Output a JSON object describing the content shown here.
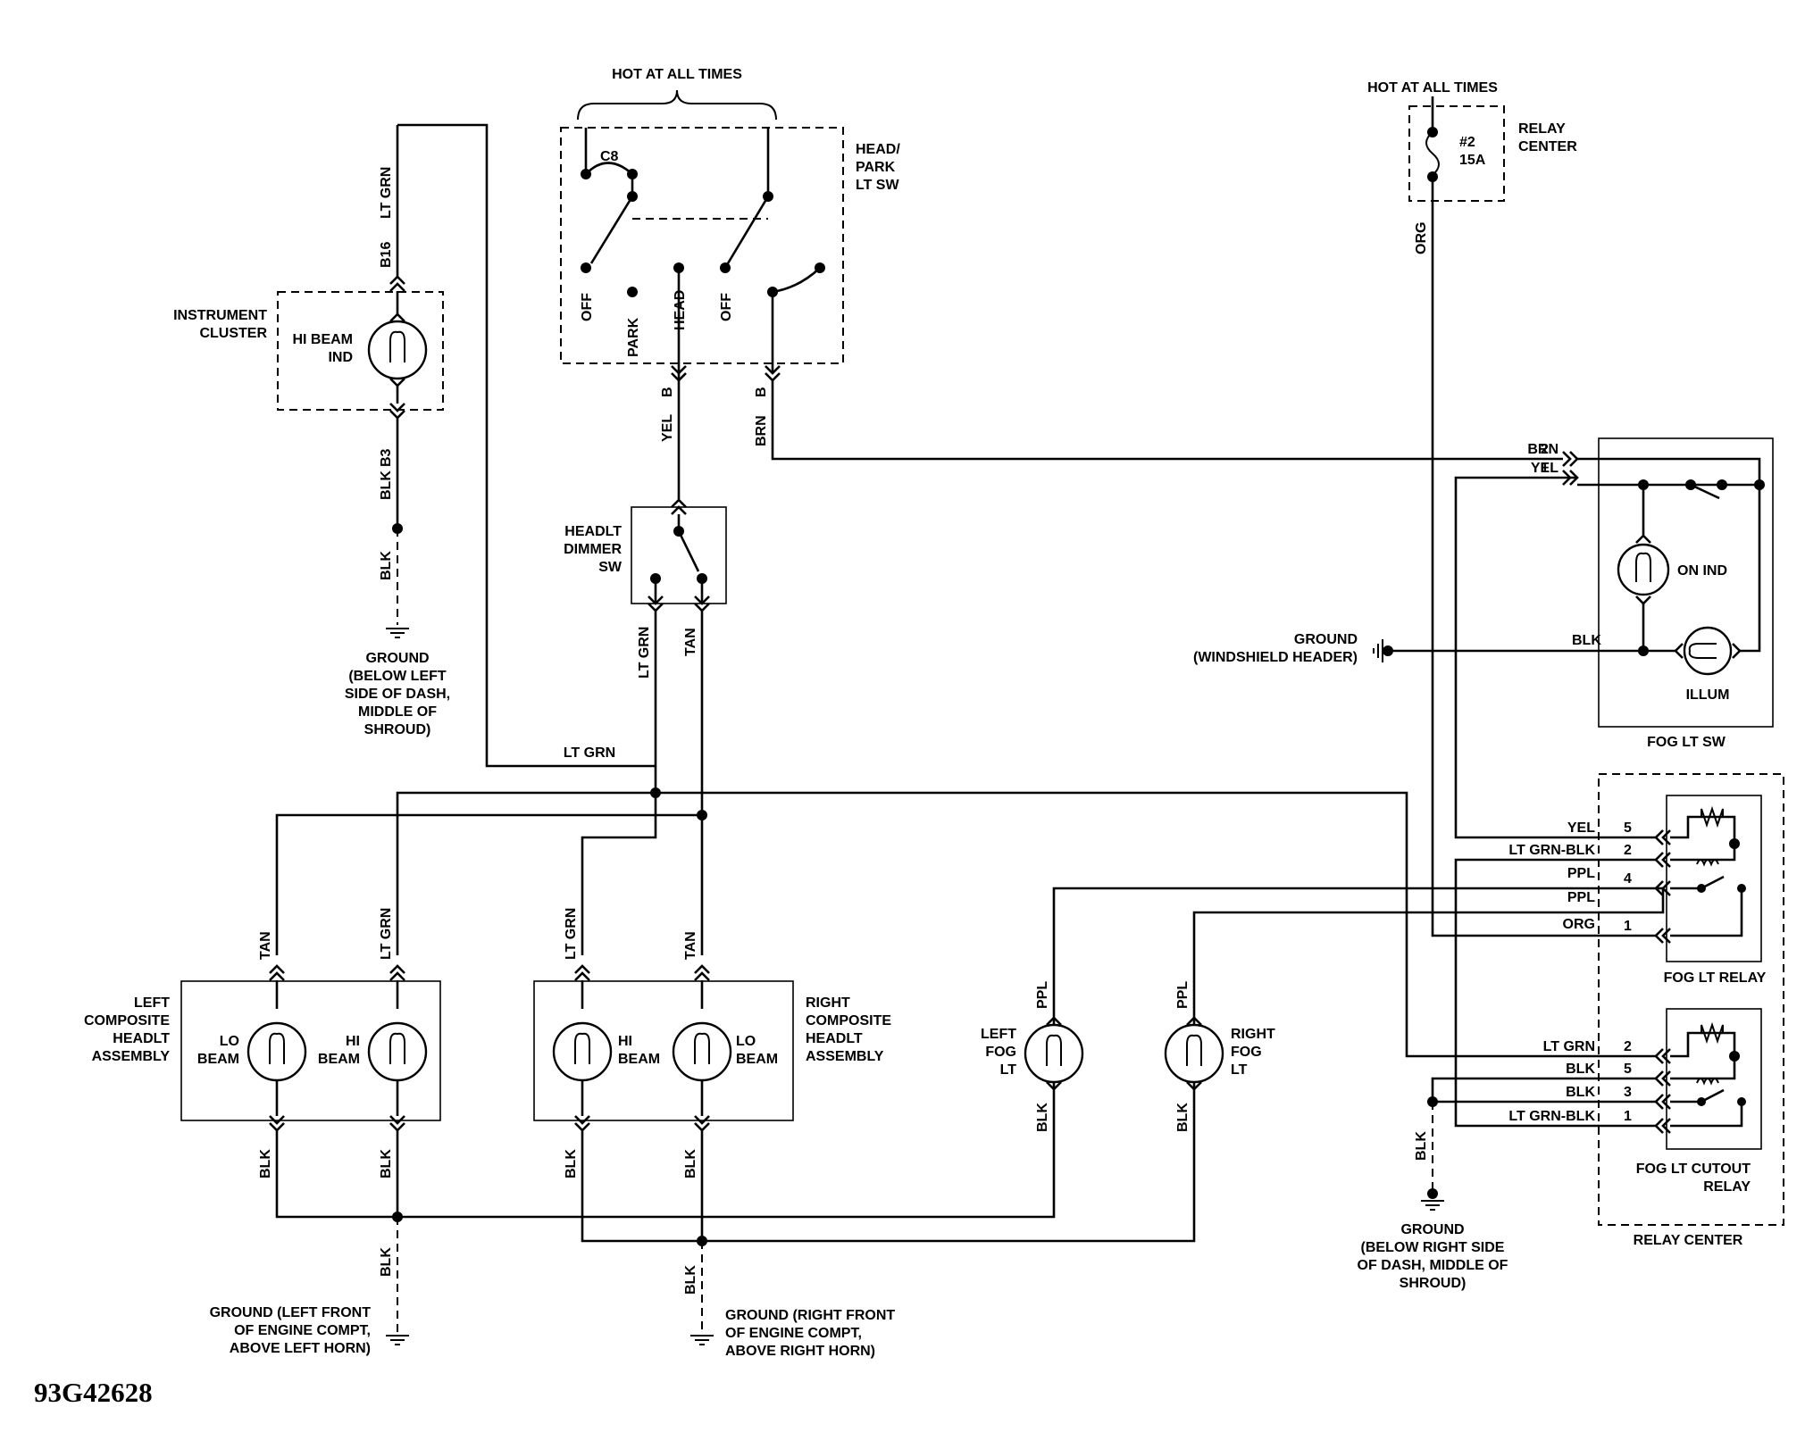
{
  "diagram_code": "93G42628",
  "labels": {
    "hot_left": "HOT AT ALL TIMES",
    "hot_right": "HOT AT ALL TIMES",
    "fuse_num": "#2",
    "fuse_amp": "15A",
    "relay_center_top_1": "RELAY",
    "relay_center_top_2": "CENTER",
    "head_park_1": "HEAD/",
    "head_park_2": "PARK",
    "head_park_3": "LT SW",
    "c8": "C8",
    "sw_off1": "OFF",
    "sw_park": "PARK",
    "sw_head": "HEAD",
    "sw_off2": "OFF",
    "instrument_1": "INSTRUMENT",
    "instrument_2": "CLUSTER",
    "hibeam_ind_1": "HI BEAM",
    "hibeam_ind_2": "IND",
    "dimmer_1": "HEADLT",
    "dimmer_2": "DIMMER",
    "dimmer_3": "SW",
    "gnd_dash_left_1": "GROUND",
    "gnd_dash_left_2": "(BELOW LEFT",
    "gnd_dash_left_3": "SIDE OF DASH,",
    "gnd_dash_left_4": "MIDDLE OF",
    "gnd_dash_left_5": "SHROUD)",
    "gnd_windshield_1": "GROUND",
    "gnd_windshield_2": "(WINDSHIELD HEADER)",
    "on_ind": "ON IND",
    "illum": "ILLUM",
    "fog_lt_sw": "FOG LT SW",
    "fog_lt_relay": "FOG LT RELAY",
    "fog_cutout_1": "FOG LT CUTOUT",
    "fog_cutout_2": "RELAY",
    "relay_center_bottom": "RELAY CENTER",
    "left_comp_1": "LEFT",
    "left_comp_2": "COMPOSITE",
    "left_comp_3": "HEADLT",
    "left_comp_4": "ASSEMBLY",
    "right_comp_1": "RIGHT",
    "right_comp_2": "COMPOSITE",
    "right_comp_3": "HEADLT",
    "right_comp_4": "ASSEMBLY",
    "lo": "LO",
    "hi": "HI",
    "beam": "BEAM",
    "left_fog_1": "LEFT",
    "left_fog_2": "FOG",
    "left_fog_3": "LT",
    "right_fog_1": "RIGHT",
    "right_fog_2": "FOG",
    "right_fog_3": "LT",
    "gnd_right_dash_1": "GROUND",
    "gnd_right_dash_2": "(BELOW RIGHT SIDE",
    "gnd_right_dash_3": "OF DASH, MIDDLE OF",
    "gnd_right_dash_4": "SHROUD)",
    "gnd_lf_1": "GROUND (LEFT FRONT",
    "gnd_lf_2": "OF ENGINE COMPT,",
    "gnd_lf_3": "ABOVE LEFT HORN)",
    "gnd_rf_1": "GROUND (RIGHT FRONT",
    "gnd_rf_2": "OF ENGINE COMPT,",
    "gnd_rf_3": "ABOVE RIGHT HORN)"
  },
  "wires": {
    "lt_grn": "LT GRN",
    "b16": "B16",
    "b3": "B3",
    "blk": "BLK",
    "yel": "YEL",
    "brn": "BRN",
    "b": "B",
    "tan": "TAN",
    "org": "ORG",
    "ppl": "PPL",
    "lt_grn_blk": "LT GRN-BLK"
  },
  "pins": {
    "sw_brn": "2",
    "sw_yel": "1",
    "relay_yel": "5",
    "relay_ltgrnblk": "2",
    "relay_ppl": "4",
    "relay_org": "1",
    "cut_ltgrn": "2",
    "cut_blk5": "5",
    "cut_blk3": "3",
    "cut_ltgrnblk": "1"
  }
}
